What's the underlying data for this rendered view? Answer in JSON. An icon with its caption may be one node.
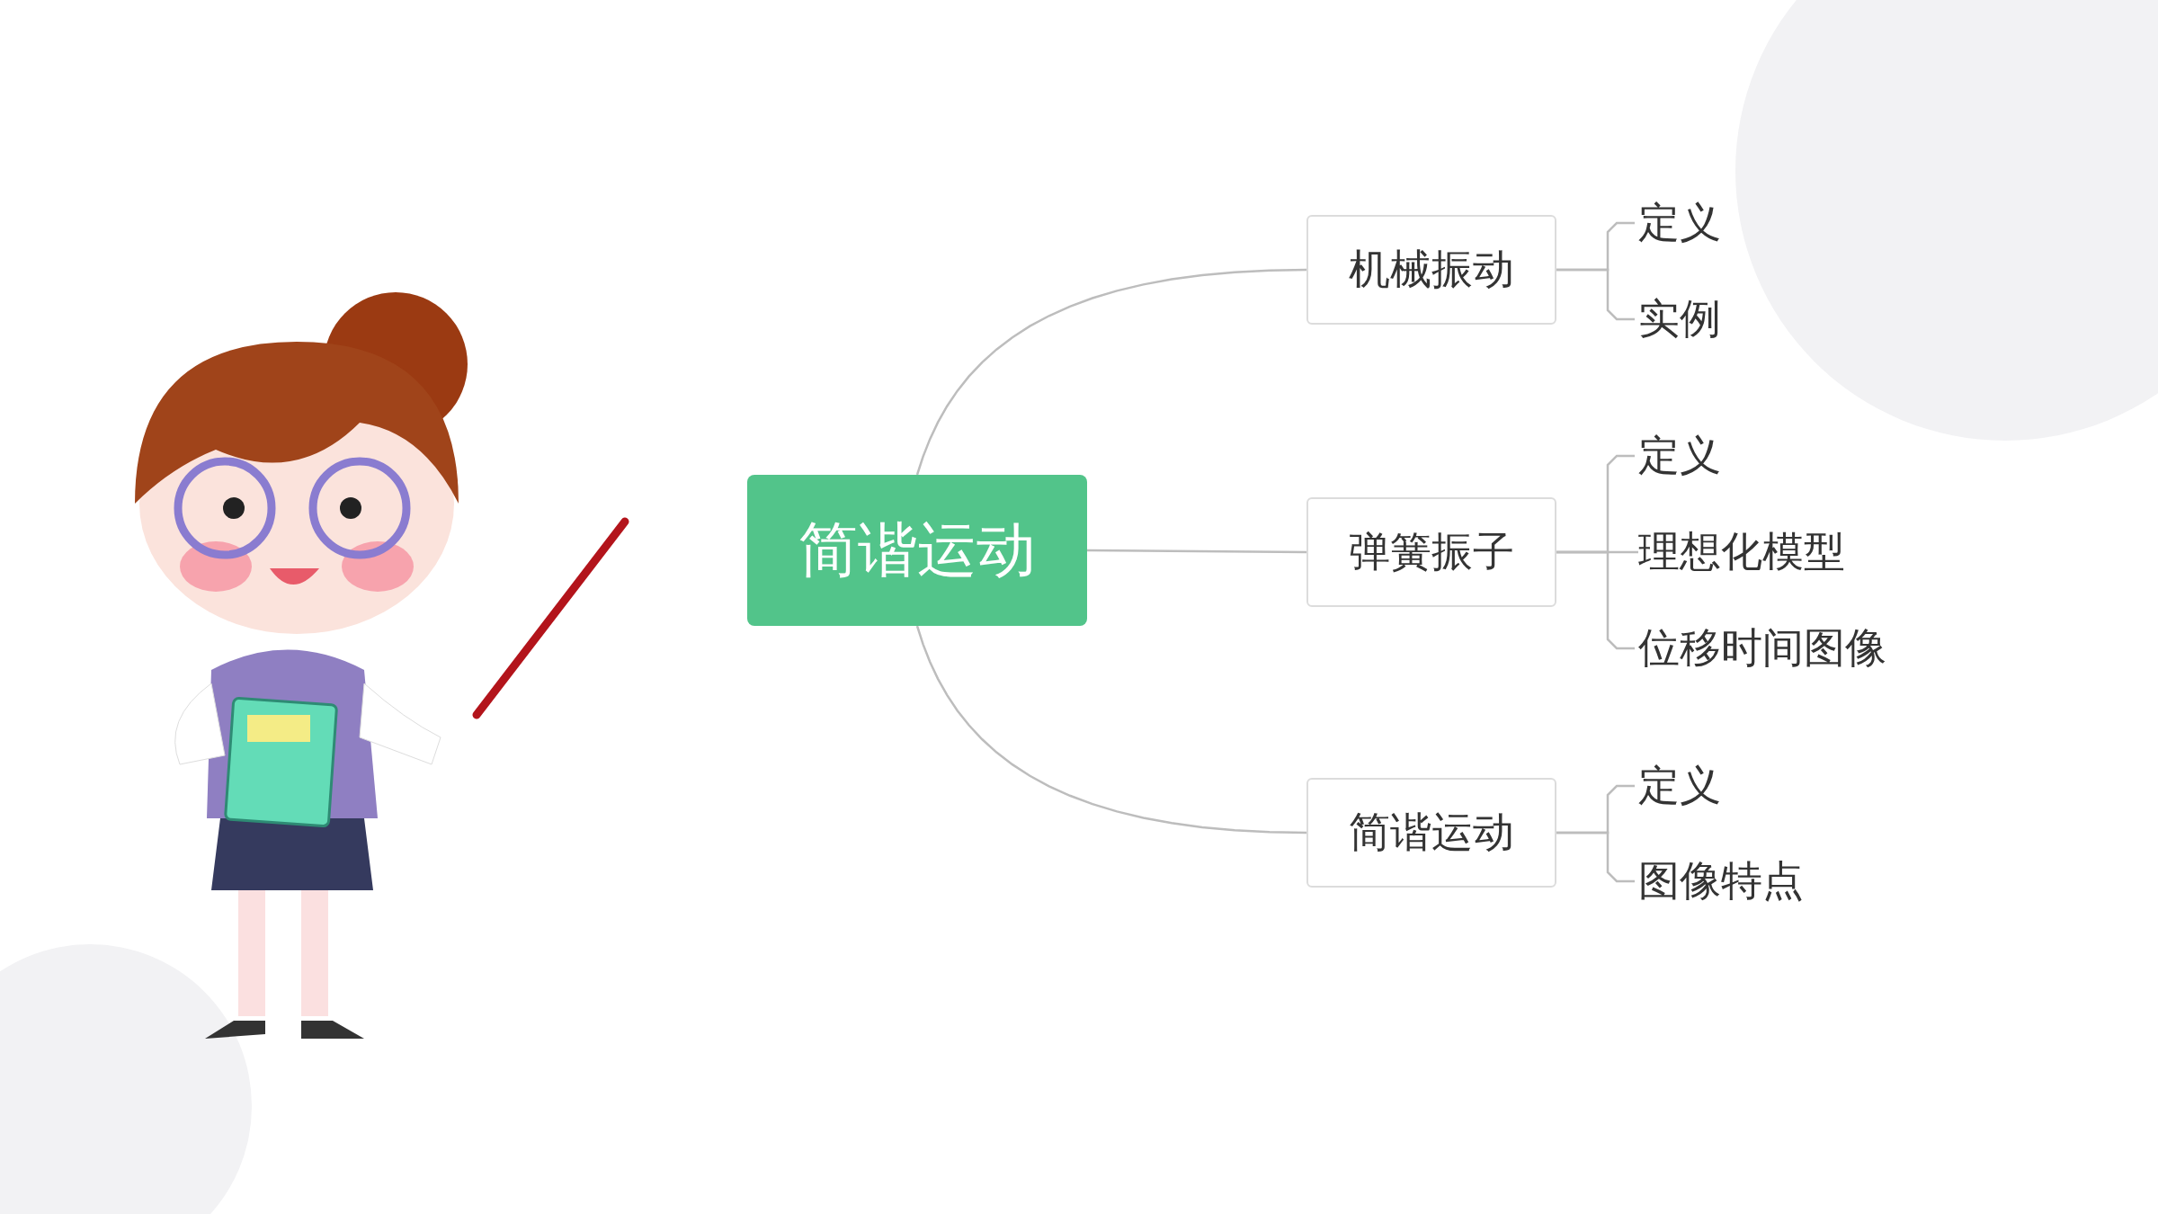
{
  "diagram": {
    "nodes": [
      {
        "text": [
          "简谐运动"
        ]
      },
      {
        "text": [
          "机械振动"
        ]
      },
      {
        "text": [
          "弹簧振子"
        ]
      },
      {
        "text": [
          "简谐运动"
        ]
      },
      {
        "text": [
          "定义"
        ]
      },
      {
        "text": [
          "实例"
        ]
      },
      {
        "text": [
          "定义"
        ]
      },
      {
        "text": [
          "理想化模型"
        ]
      },
      {
        "text": [
          "位移时间图像"
        ]
      },
      {
        "text": [
          "定义"
        ]
      },
      {
        "text": [
          "图像特点"
        ]
      }
    ],
    "edges": [
      {
        "from": 0,
        "to": 1,
        "arrow": "none"
      },
      {
        "from": 0,
        "to": 2,
        "arrow": "none"
      },
      {
        "from": 0,
        "to": 3,
        "arrow": "none"
      },
      {
        "from": 1,
        "to": 4,
        "arrow": "none"
      },
      {
        "from": 1,
        "to": 5,
        "arrow": "none"
      },
      {
        "from": 2,
        "to": 6,
        "arrow": "none"
      },
      {
        "from": 2,
        "to": 7,
        "arrow": "none"
      },
      {
        "from": 2,
        "to": 8,
        "arrow": "none"
      },
      {
        "from": 3,
        "to": 9,
        "arrow": "none"
      },
      {
        "from": 3,
        "to": 10,
        "arrow": "none"
      }
    ]
  }
}
